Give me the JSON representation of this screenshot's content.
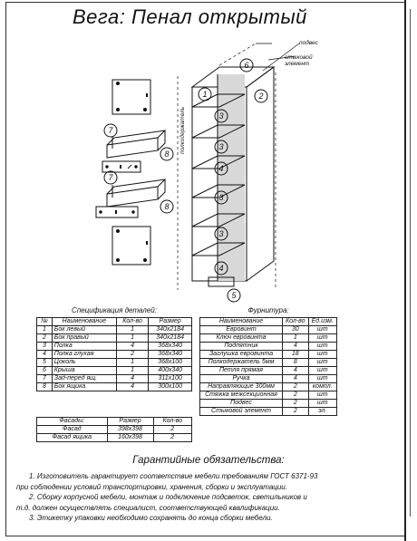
{
  "title": "Вега: Пенал открытый",
  "labels": {
    "podves": "подвес",
    "stykovoy": [
      "стыковой",
      "элемент"
    ],
    "polkoderzhatel": "полкодержатель"
  },
  "callouts": [
    "1",
    "2",
    "3",
    "4",
    "5",
    "6",
    "7",
    "8"
  ],
  "spec": {
    "title": "Спецификация деталей:",
    "headers": [
      "№",
      "Наименование",
      "Кол-во",
      "Размер"
    ],
    "rows": [
      [
        "1",
        "Бок левый",
        "1",
        "340x2184"
      ],
      [
        "2",
        "Бок правый",
        "1",
        "340x2184"
      ],
      [
        "3",
        "Полка",
        "4",
        "368x340"
      ],
      [
        "4",
        "Полка глухая",
        "2",
        "368x340"
      ],
      [
        "5",
        "Цоколь",
        "1",
        "368x100"
      ],
      [
        "6",
        "Крыша",
        "1",
        "400x340"
      ],
      [
        "7",
        "Зад-перед ящ.",
        "4",
        "311x100"
      ],
      [
        "8",
        "Бок ящика",
        "4",
        "300x100"
      ]
    ]
  },
  "facades": {
    "headers": [
      "Фасады:",
      "Размер",
      "Кол-во"
    ],
    "rows": [
      [
        "Фасад",
        "398x398",
        "2"
      ],
      [
        "Фасад ящика",
        "160x398",
        "2"
      ]
    ]
  },
  "furniture": {
    "title": "Фурнитура:",
    "headers": [
      "Наименование",
      "Кол-во",
      "Ед.изм."
    ],
    "rows": [
      [
        "Евровинт",
        "30",
        "шт"
      ],
      [
        "Ключ евровинта",
        "1",
        "шт"
      ],
      [
        "Подпятник",
        "4",
        "шт"
      ],
      [
        "Заглушка евровинта",
        "18",
        "шт"
      ],
      [
        "Полкодержатель 5мм",
        "8",
        "шт"
      ],
      [
        "Петля прямая",
        "4",
        "шт"
      ],
      [
        "Ручка",
        "4",
        "шт"
      ],
      [
        "Направляющие 300мм",
        "2",
        "компл."
      ],
      [
        "Стяжка межсекционная",
        "2",
        "шт"
      ],
      [
        "Подвес",
        "2",
        "шт"
      ],
      [
        "Стыковой элемент",
        "2",
        "эл."
      ]
    ]
  },
  "guarantee": {
    "title": "Гарантийные обязательства:",
    "p1a": "1. Изготовитель гарантирует соответствие мебели требованиям ГОСТ 6371-93",
    "p1b": "при соблюдении условий транспортировки, хранения, сборки и эксплуатации.",
    "p2a": "2. Сборку корпусной мебели, монтаж и подключение подсветок, светильников и",
    "p2b": "т.д. должен осуществлять специалист, соответствующей квалификации.",
    "p3": "3. Этикетку упаковки необходимо сохранять до конца сборки мебели."
  }
}
